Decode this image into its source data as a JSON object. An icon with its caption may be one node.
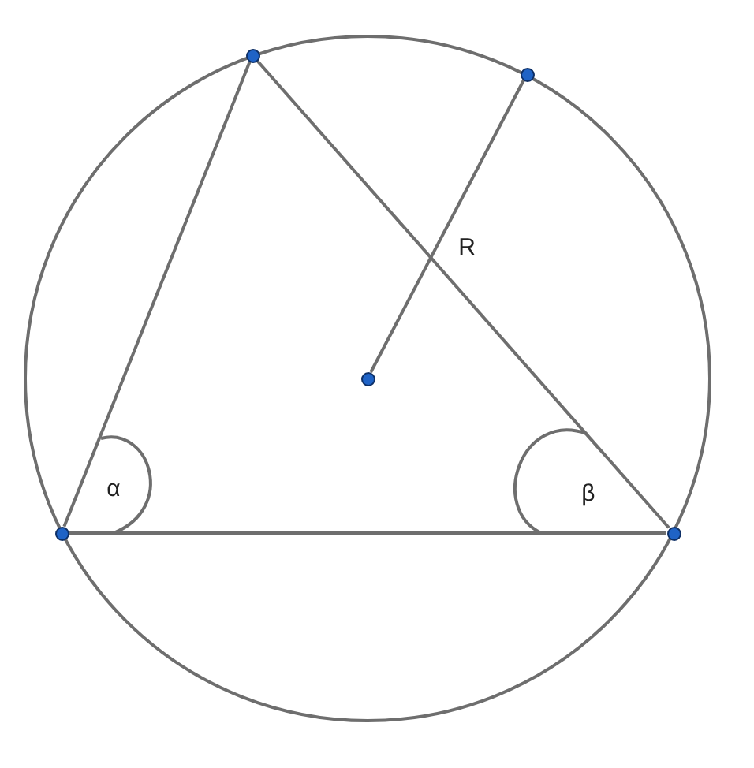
{
  "diagram": {
    "nodes": [
      {
        "text": [],
        "shape": "circle"
      },
      {
        "text": [],
        "shape": "circle"
      },
      {
        "text": [],
        "shape": "circle"
      },
      {
        "text": [],
        "shape": "circle"
      },
      {
        "text": [],
        "shape": "circle"
      }
    ],
    "edges": [
      {
        "from": 3,
        "to": 0,
        "arrow": "none"
      },
      {
        "from": 0,
        "to": 4,
        "arrow": "none"
      },
      {
        "from": 3,
        "to": 4,
        "arrow": "none"
      },
      {
        "from": 2,
        "to": 1,
        "arrow": "none",
        "label": "R"
      }
    ],
    "labels": [
      "α",
      "β"
    ]
  }
}
